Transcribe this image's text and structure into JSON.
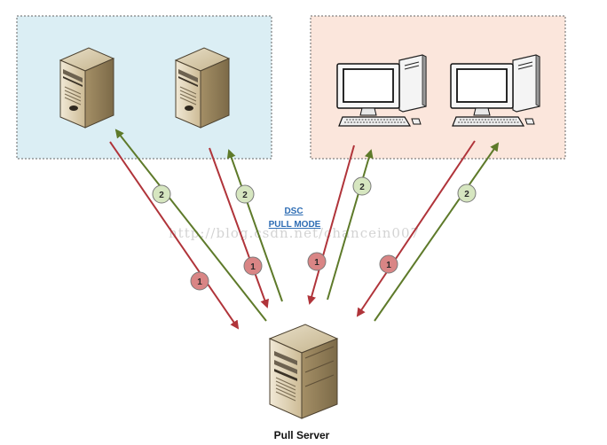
{
  "diagram": {
    "title_line1": "DSC",
    "title_line2": "PULL MODE",
    "server_label": "Pull Server",
    "watermark": "http://blog.csdn.net/chancein007",
    "step_pull": "1",
    "step_report": "2"
  },
  "colors": {
    "left_group_fill": "#dbeef4",
    "right_group_fill": "#fbe6dc",
    "pull_arrow": "#b0343a",
    "report_arrow": "#5e7a2a",
    "badge1_fill": "#d98585",
    "badge2_fill": "#d6e6c0"
  },
  "groups": [
    {
      "name": "servers",
      "icon": "server-icon"
    },
    {
      "name": "workstations",
      "icon": "desktop-computer-icon"
    }
  ]
}
